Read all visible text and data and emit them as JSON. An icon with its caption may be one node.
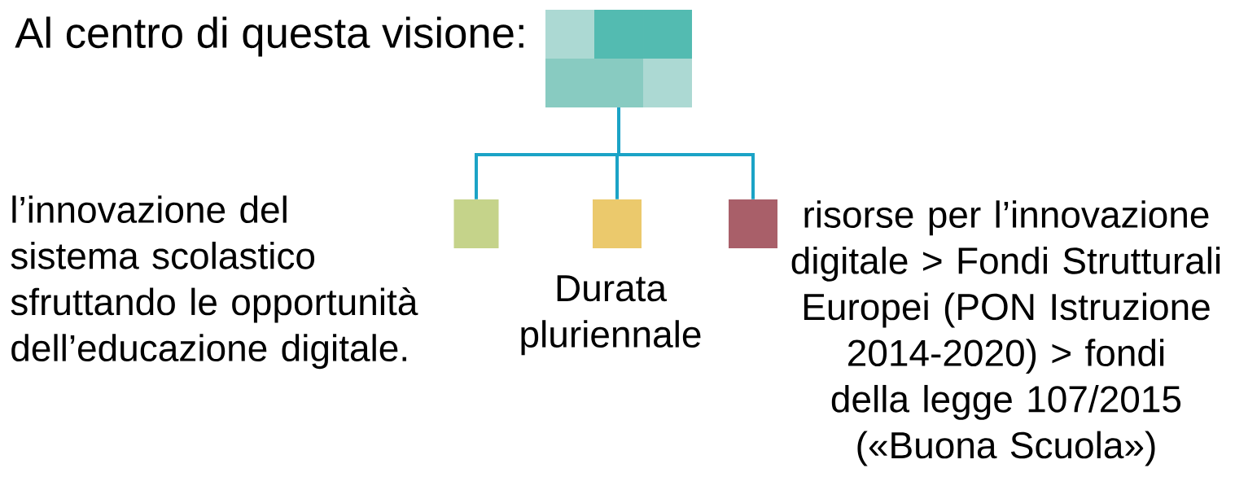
{
  "diagram": {
    "nodes": [
      {
        "text": [],
        "shape": "box",
        "beside": [
          "Al centro di questa visione:"
        ]
      },
      {
        "text": [],
        "shape": "box",
        "beside": [
          "l’innovazione del sistema scolastico sfruttando le opportunità dell’educazione digitale."
        ]
      },
      {
        "text": [],
        "shape": "box",
        "beside": [
          "Durata pluriennale"
        ]
      },
      {
        "text": [],
        "shape": "box",
        "beside": [
          "risorse per l’innovazione digitale > Fondi Strutturali Europei (PON Istruzione 2014-2020) > fondi della legge 107/2015 («Buona Scuola»)"
        ]
      }
    ],
    "edges": [
      {
        "from": 0,
        "to": 1,
        "arrow": "none"
      },
      {
        "from": 0,
        "to": 2,
        "arrow": "none"
      },
      {
        "from": 0,
        "to": 3,
        "arrow": "none"
      }
    ]
  }
}
